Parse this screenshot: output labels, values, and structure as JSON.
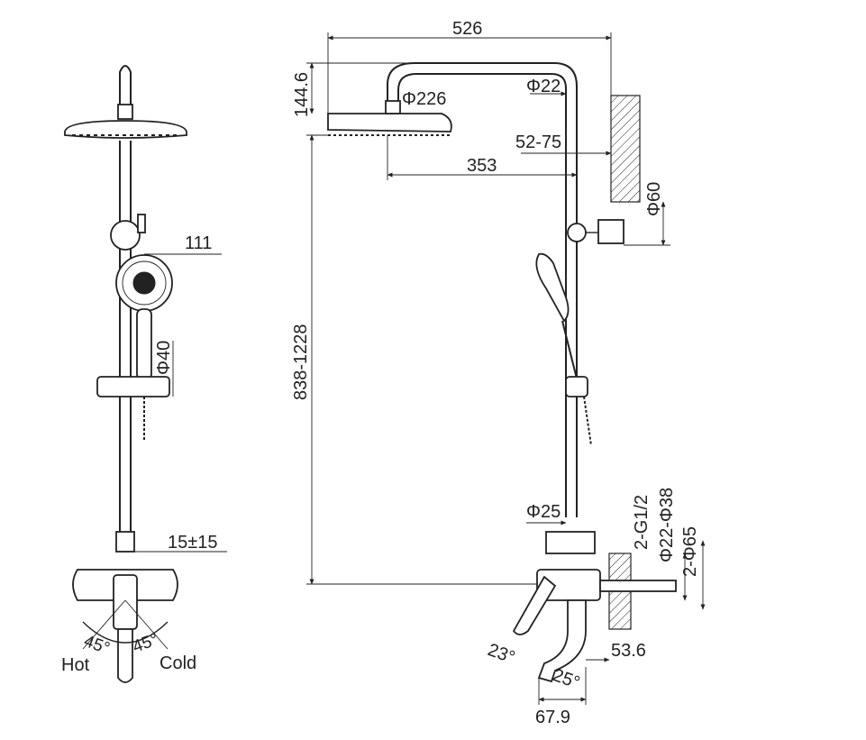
{
  "dimensions": {
    "front": {
      "hand_shower_width": "111",
      "hand_shower_handle": "Φ40",
      "center_offset": "15±15",
      "angle_left": "45°",
      "angle_right": "45°",
      "hot": "Hot",
      "cold": "Cold"
    },
    "side": {
      "total_width": "526",
      "head_height": "144.6",
      "head_diameter": "Φ226",
      "pipe_diameter": "Φ22",
      "wall_distance": "52-75",
      "arm_length": "353",
      "height_range": "838-1228",
      "bracket_diameter": "Φ60",
      "bar_diameter": "Φ25",
      "thread": "2-G1/2",
      "cover_range": "Φ22-Φ38",
      "cover_diameter": "2-Φ65",
      "lever_angle": "23°",
      "spout_angle": "25°",
      "valve_depth": "53.6",
      "spout_reach": "67.9"
    }
  }
}
